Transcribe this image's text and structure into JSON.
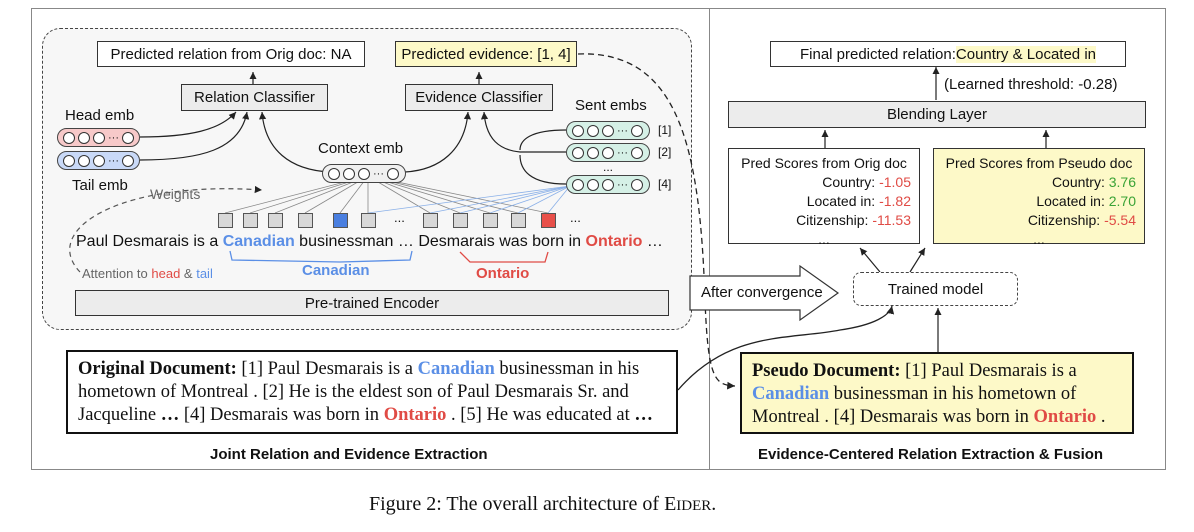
{
  "left": {
    "pred_relation": "Predicted relation from Orig doc: NA",
    "pred_evidence": "Predicted evidence: [1, 4]",
    "relation_classifier": "Relation Classifier",
    "evidence_classifier": "Evidence Classifier",
    "head_emb": "Head emb",
    "tail_emb": "Tail emb",
    "context_emb": "Context emb",
    "sent_embs": "Sent embs",
    "sent_idx": [
      "[1]",
      "[2]",
      "...",
      "[4]"
    ],
    "weights": "Weights",
    "ellipsis": "...",
    "sentence_a": "Paul Desmarais is a ",
    "sentence_canadian": "Canadian",
    "sentence_b": " businessman … Desmarais was born in ",
    "sentence_ontario": "Ontario",
    "sentence_c": " …",
    "attention_prefix": "Attention to ",
    "attention_head": "head",
    "attention_amp": " & ",
    "attention_tail": "tail",
    "canadian_label": "Canadian",
    "ontario_label": "Ontario",
    "encoder": "Pre-trained Encoder",
    "orig_doc_bold": "Original Document:",
    "orig_doc_1": " [1] Paul Desmarais is a ",
    "orig_doc_canadian": "Canadian",
    "orig_doc_2": " businessman in his hometown of Montreal . [2] He is the eldest son of Paul Desmarais Sr. and Jacqueline ",
    "orig_doc_dots1": "…",
    "orig_doc_3": " [4] Desmarais was born in ",
    "orig_doc_ontario": "Ontario",
    "orig_doc_4": " . [5] He was educated at ",
    "orig_doc_dots2": "…",
    "section_title": "Joint Relation and Evidence Extraction"
  },
  "right": {
    "final_prefix": "Final predicted relation: ",
    "final_value": "Country & Located in",
    "threshold": "(Learned threshold: -0.28)",
    "blending": "Blending Layer",
    "orig_scores_title": "Pred Scores from Orig doc",
    "orig_scores": [
      {
        "label": "Country:",
        "value": "-1.05"
      },
      {
        "label": "Located in:",
        "value": "-1.82"
      },
      {
        "label": "Citizenship:",
        "value": "-11.53"
      }
    ],
    "pseudo_scores_title": "Pred Scores from Pseudo doc",
    "pseudo_scores": [
      {
        "label": "Country:",
        "value": "3.76"
      },
      {
        "label": "Located in:",
        "value": "2.70"
      },
      {
        "label": "Citizenship:",
        "value": "-5.54"
      }
    ],
    "scores_ellipsis": "...",
    "after_convergence": "After convergence",
    "trained_model": "Trained model",
    "pseudo_doc_bold": "Pseudo Document:",
    "pseudo_doc_1": " [1] Paul Desmarais is a ",
    "pseudo_doc_canadian": "Canadian",
    "pseudo_doc_2": " businessman in his hometown of Montreal .  [4] Desmarais was born in ",
    "pseudo_doc_ontario": "Ontario",
    "pseudo_doc_3": " .",
    "section_title": "Evidence-Centered Relation Extraction & Fusion"
  },
  "caption": {
    "text": "Figure 2: The overall architecture of E",
    "smallcaps": "IDER",
    "end": "."
  },
  "colors": {
    "red": "#e04b45",
    "blue": "#5b8fe6",
    "green": "#3aa336",
    "yellow": "#fdf9c8",
    "head_pill": "#f7c9c9",
    "tail_pill": "#c9d9f7",
    "sent_pill": "#d5f0e6"
  }
}
